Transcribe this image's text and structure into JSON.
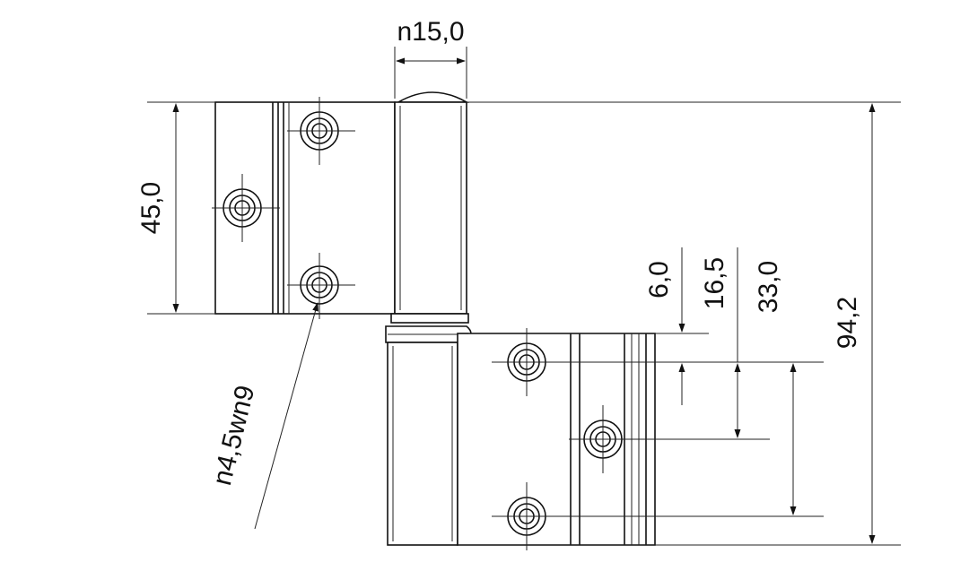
{
  "drawing": {
    "dimensions": {
      "pin_diameter": "n15,0",
      "leaf_height": "45,0",
      "offset_1": "6,0",
      "offset_2": "16,5",
      "offset_3": "33,0",
      "total_height": "94,2",
      "hole_spec": "n4,5wn9"
    }
  }
}
